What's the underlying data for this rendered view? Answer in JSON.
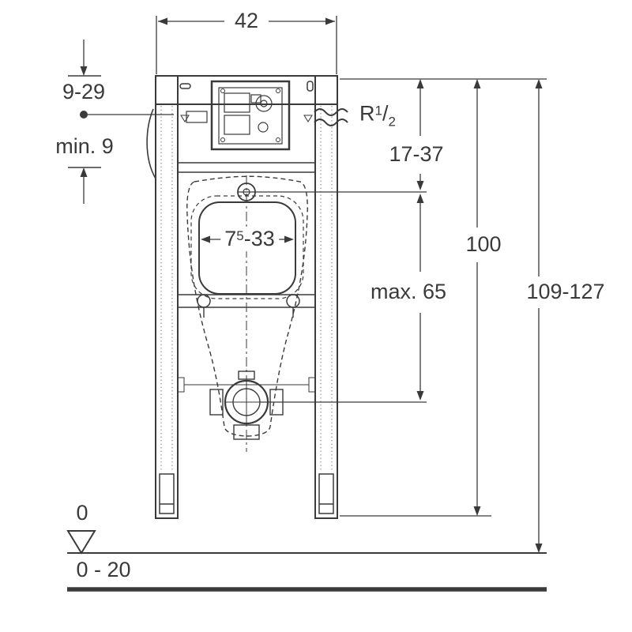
{
  "diagram": {
    "kind": "installation-element-technical-drawing",
    "line_color": "#3a3a3a",
    "background": "#ffffff"
  },
  "labels": {
    "top_width": "42",
    "left_upper_range": "9-29",
    "left_min": "min. 9",
    "supply_thread": {
      "prefix": "R",
      "num": "1",
      "sep": "/",
      "den": "2"
    },
    "right_upper_range": "17-37",
    "center_max": "max. 65",
    "inner_width": {
      "base": "7",
      "sup": "5",
      "rest": "-33"
    },
    "height_inner": "100",
    "height_total": "109-127",
    "floor_zero": "0",
    "floor_range": "0 - 20"
  }
}
